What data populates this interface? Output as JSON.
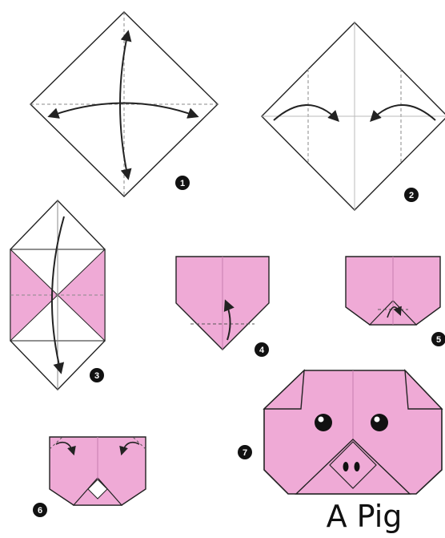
{
  "title": "A Pig",
  "colors": {
    "paper_pink": "#efaad6",
    "paper_white": "#ffffff",
    "outline": "#222222",
    "crease": "#9a9a9a",
    "badge": "#111111"
  },
  "steps": [
    {
      "number": "1"
    },
    {
      "number": "2"
    },
    {
      "number": "3"
    },
    {
      "number": "4"
    },
    {
      "number": "5"
    },
    {
      "number": "6"
    },
    {
      "number": "7"
    }
  ]
}
